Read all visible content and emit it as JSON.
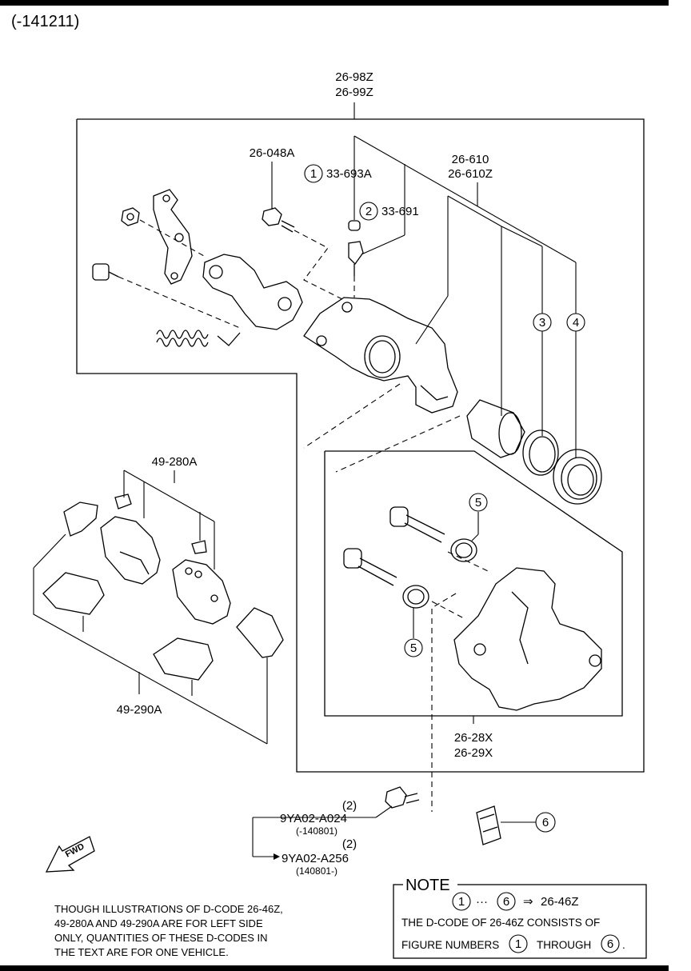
{
  "header": {
    "date_range": "(-141211)"
  },
  "labels": {
    "caliper_assy": [
      "26-98Z",
      "26-99Z"
    ],
    "bracket_plate": "26-048A",
    "bleeder_screw": {
      "marker": "1",
      "code": "33-693A"
    },
    "bleeder_cap": {
      "marker": "2",
      "code": "33-691"
    },
    "piston": [
      "26-610",
      "26-610Z"
    ],
    "piston_seal": {
      "marker": "3"
    },
    "dust_boot": {
      "marker": "4"
    },
    "guide_pin_boot_upper": {
      "marker": "5"
    },
    "guide_pin_boot_lower": {
      "marker": "5"
    },
    "pad_set": "49-280A",
    "shim_kit": "49-290A",
    "mounting_support": [
      "26-28X",
      "26-29X"
    ],
    "bolt_1": {
      "qty": "(2)",
      "code": "9YA02-A024",
      "range": "(-140801)"
    },
    "bolt_2": {
      "qty": "(2)",
      "code": "9YA02-A256",
      "range": "(140801-)"
    },
    "grease_pack": {
      "marker": "6"
    },
    "fwd": "FWD"
  },
  "footnote": [
    "THOUGH ILLUSTRATIONS OF D-CODE 26-46Z,",
    "49-280A AND 49-290A ARE FOR LEFT SIDE",
    "ONLY, QUANTITIES OF THESE D-CODES IN",
    "THE TEXT ARE FOR ONE VEHICLE."
  ],
  "note": {
    "title": "NOTE",
    "range_start": "1",
    "ellipsis": "···",
    "range_end": "6",
    "arrow": "⇒",
    "kit_code": "26-46Z",
    "line2": "THE D-CODE OF  26-46Z  CONSISTS OF",
    "line3_prefix": "FIGURE NUMBERS",
    "line3_start": "1",
    "line3_mid": "THROUGH",
    "line3_end": "6",
    "line3_suffix": "."
  }
}
